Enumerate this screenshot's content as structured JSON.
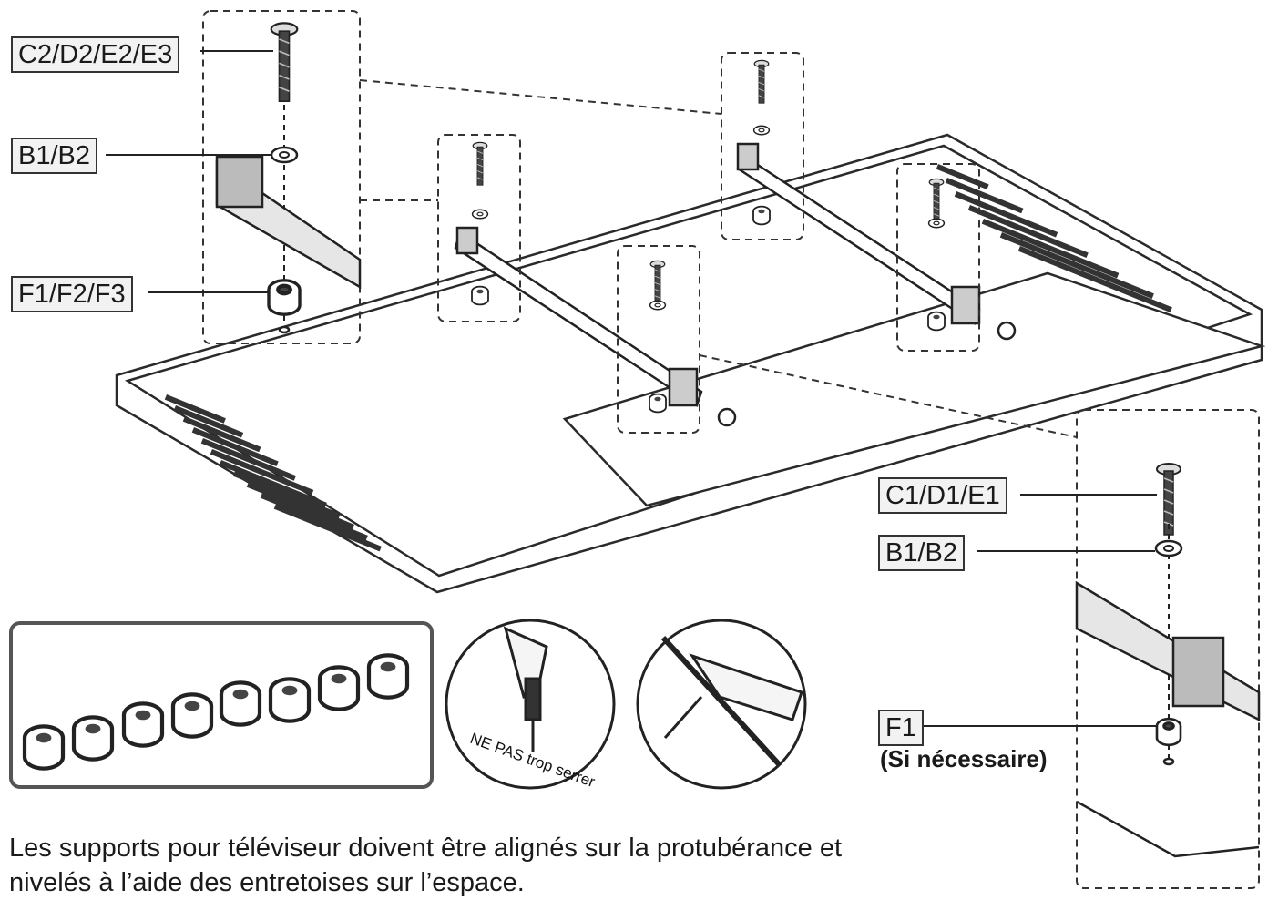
{
  "callouts": {
    "top_left_screw": "C2/D2/E2/E3",
    "top_left_washer": "B1/B2",
    "top_left_spacer": "F1/F2/F3",
    "right_screw": "C1/D1/E1",
    "right_washer": "B1/B2",
    "right_spacer": "F1",
    "right_spacer_note": "(Si nécessaire)"
  },
  "warning_text": "NE PAS trop serrer",
  "caption": {
    "line1": "Les supports pour téléviseur doivent être alignés sur la protubérance et",
    "line2": "nivelés à l’aide des entretoises sur l’espace."
  },
  "colors": {
    "line": "#2a2a2a",
    "fill": "#ffffff",
    "label_bg": "#f2f2f2"
  }
}
